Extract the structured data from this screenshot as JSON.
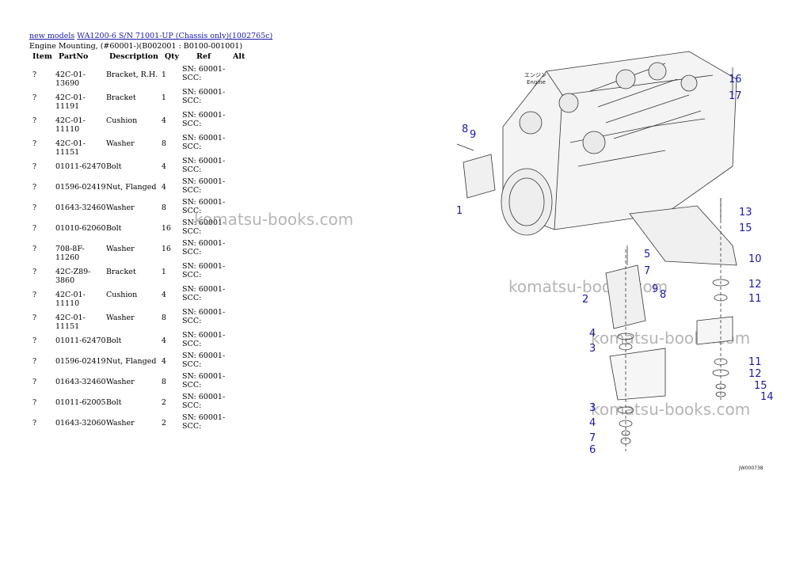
{
  "header": {
    "link1": "new models",
    "link2": "WA1200-6 S/N 71001-UP (Chassis only)(1002765c)",
    "title": "Engine Mounting, (#60001-)(B002001 : B0100-001001)"
  },
  "table": {
    "columns": [
      "Item",
      "PartNo",
      "Description",
      "Qty",
      "Ref",
      "Alt"
    ],
    "rows": [
      {
        "item": "?",
        "partno": "42C-01-13690",
        "desc": "Bracket, R.H.",
        "qty": "1",
        "ref": "SN: 60001-\nSCC:"
      },
      {
        "item": "?",
        "partno": "42C-01-11191",
        "desc": "Bracket",
        "qty": "1",
        "ref": "SN: 60001-\nSCC:"
      },
      {
        "item": "?",
        "partno": "42C-01-11110",
        "desc": "Cushion",
        "qty": "4",
        "ref": "SN: 60001-\nSCC:"
      },
      {
        "item": "?",
        "partno": "42C-01-11151",
        "desc": "Washer",
        "qty": "8",
        "ref": "SN: 60001-\nSCC:"
      },
      {
        "item": "?",
        "partno": "01011-62470",
        "desc": "Bolt",
        "qty": "4",
        "ref": "SN: 60001-\nSCC:"
      },
      {
        "item": "?",
        "partno": "01596-02419",
        "desc": "Nut, Flanged",
        "qty": "4",
        "ref": "SN: 60001-\nSCC:"
      },
      {
        "item": "?",
        "partno": "01643-32460",
        "desc": "Washer",
        "qty": "8",
        "ref": "SN: 60001-\nSCC:"
      },
      {
        "item": "?",
        "partno": "01010-62060",
        "desc": "Bolt",
        "qty": "16",
        "ref": "SN: 60001-\nSCC:"
      },
      {
        "item": "?",
        "partno": "708-8F-11260",
        "desc": "Washer",
        "qty": "16",
        "ref": "SN: 60001-\nSCC:"
      },
      {
        "item": "?",
        "partno": "42C-Z89-3860",
        "desc": "Bracket",
        "qty": "1",
        "ref": "SN: 60001-\nSCC:"
      },
      {
        "item": "?",
        "partno": "42C-01-11110",
        "desc": "Cushion",
        "qty": "4",
        "ref": "SN: 60001-\nSCC:"
      },
      {
        "item": "?",
        "partno": "42C-01-11151",
        "desc": "Washer",
        "qty": "8",
        "ref": "SN: 60001-\nSCC:"
      },
      {
        "item": "?",
        "partno": "01011-62470",
        "desc": "Bolt",
        "qty": "4",
        "ref": "SN: 60001-\nSCC:"
      },
      {
        "item": "?",
        "partno": "01596-02419",
        "desc": "Nut, Flanged",
        "qty": "4",
        "ref": "SN: 60001-\nSCC:"
      },
      {
        "item": "?",
        "partno": "01643-32460",
        "desc": "Washer",
        "qty": "8",
        "ref": "SN: 60001-\nSCC:"
      },
      {
        "item": "?",
        "partno": "01011-62005",
        "desc": "Bolt",
        "qty": "2",
        "ref": "SN: 60001-\nSCC:"
      },
      {
        "item": "?",
        "partno": "01643-32060",
        "desc": "Washer",
        "qty": "2",
        "ref": "SN: 60001-\nSCC:"
      }
    ]
  },
  "watermark": "komatsu-books.com",
  "diagram": {
    "engine_label_jp": "エンジン",
    "engine_label": "Engine",
    "drawing_code": "JW000738",
    "callouts": [
      "1",
      "2",
      "3",
      "4",
      "3",
      "4",
      "5",
      "6",
      "7",
      "7",
      "8",
      "8",
      "9",
      "9",
      "10",
      "11",
      "11",
      "12",
      "12",
      "13",
      "14",
      "15",
      "15",
      "16",
      "17"
    ]
  },
  "colors": {
    "link": "#1a1aa6",
    "callout": "#1a1aa6",
    "watermark": "#8a8a8a"
  }
}
